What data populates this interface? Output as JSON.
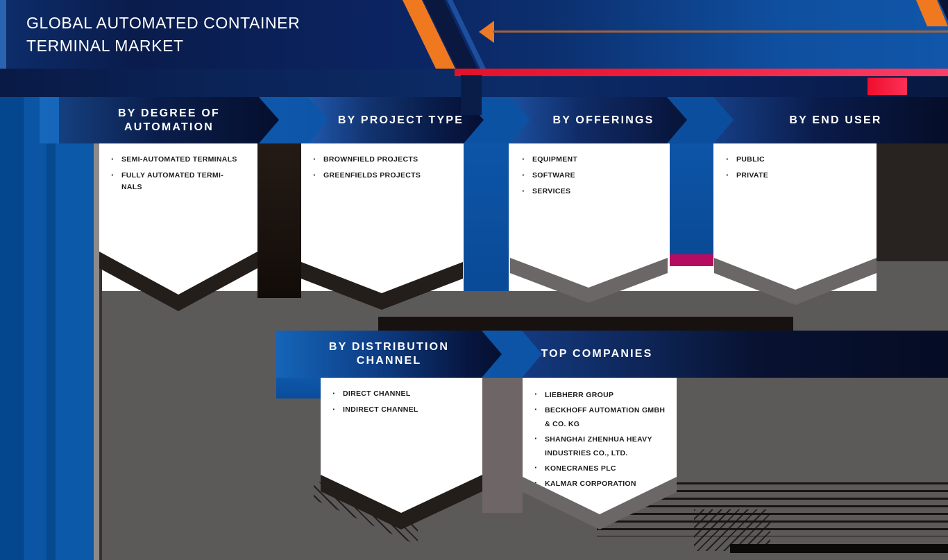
{
  "page": {
    "title": "GLOBAL AUTOMATED CONTAINER\nTERMINAL MARKET"
  },
  "sections": [
    {
      "id": "degree-of-automation",
      "title": "BY DEGREE OF\nAUTOMATION",
      "items": [
        "SEMI-AUTOMATED TERMINALS",
        "FULLY AUTOMATED TERMI-\nNALS"
      ]
    },
    {
      "id": "project-type",
      "title": "BY PROJECT TYPE",
      "items": [
        "BROWNFIELD PROJECTS",
        "GREENFIELDS PROJECTS"
      ]
    },
    {
      "id": "offerings",
      "title": "BY OFFERINGS",
      "items": [
        "EQUIPMENT",
        "SOFTWARE",
        "SERVICES"
      ]
    },
    {
      "id": "end-user",
      "title": "BY END USER",
      "items": [
        "PUBLIC",
        "PRIVATE"
      ]
    },
    {
      "id": "distribution-channel",
      "title": "BY DISTRIBUTION\nCHANNEL",
      "items": [
        "DIRECT CHANNEL",
        "INDIRECT CHANNEL"
      ]
    },
    {
      "id": "top-companies",
      "title": "TOP COMPANIES",
      "items": [
        "LIEBHERR GROUP",
        "BECKHOFF AUTOMATION GMBH\n& CO. KG",
        "SHANGHAI ZHENHUA HEAVY\nINDUSTRIES CO., LTD.",
        "KONECRANES PLC",
        "KALMAR CORPORATION"
      ]
    }
  ],
  "colors": {
    "orange_accent": "#f0791f",
    "red_bar": "#e8142e",
    "pink_bar_end": "#fb3e67",
    "red_block": "#f60e31",
    "magenta_block": "#b50b60",
    "bright_blue_band": "#0d55a8",
    "navy_ribbon": "#081a46",
    "shadow_gray": "#5c5959",
    "card_background": "#ffffff"
  }
}
